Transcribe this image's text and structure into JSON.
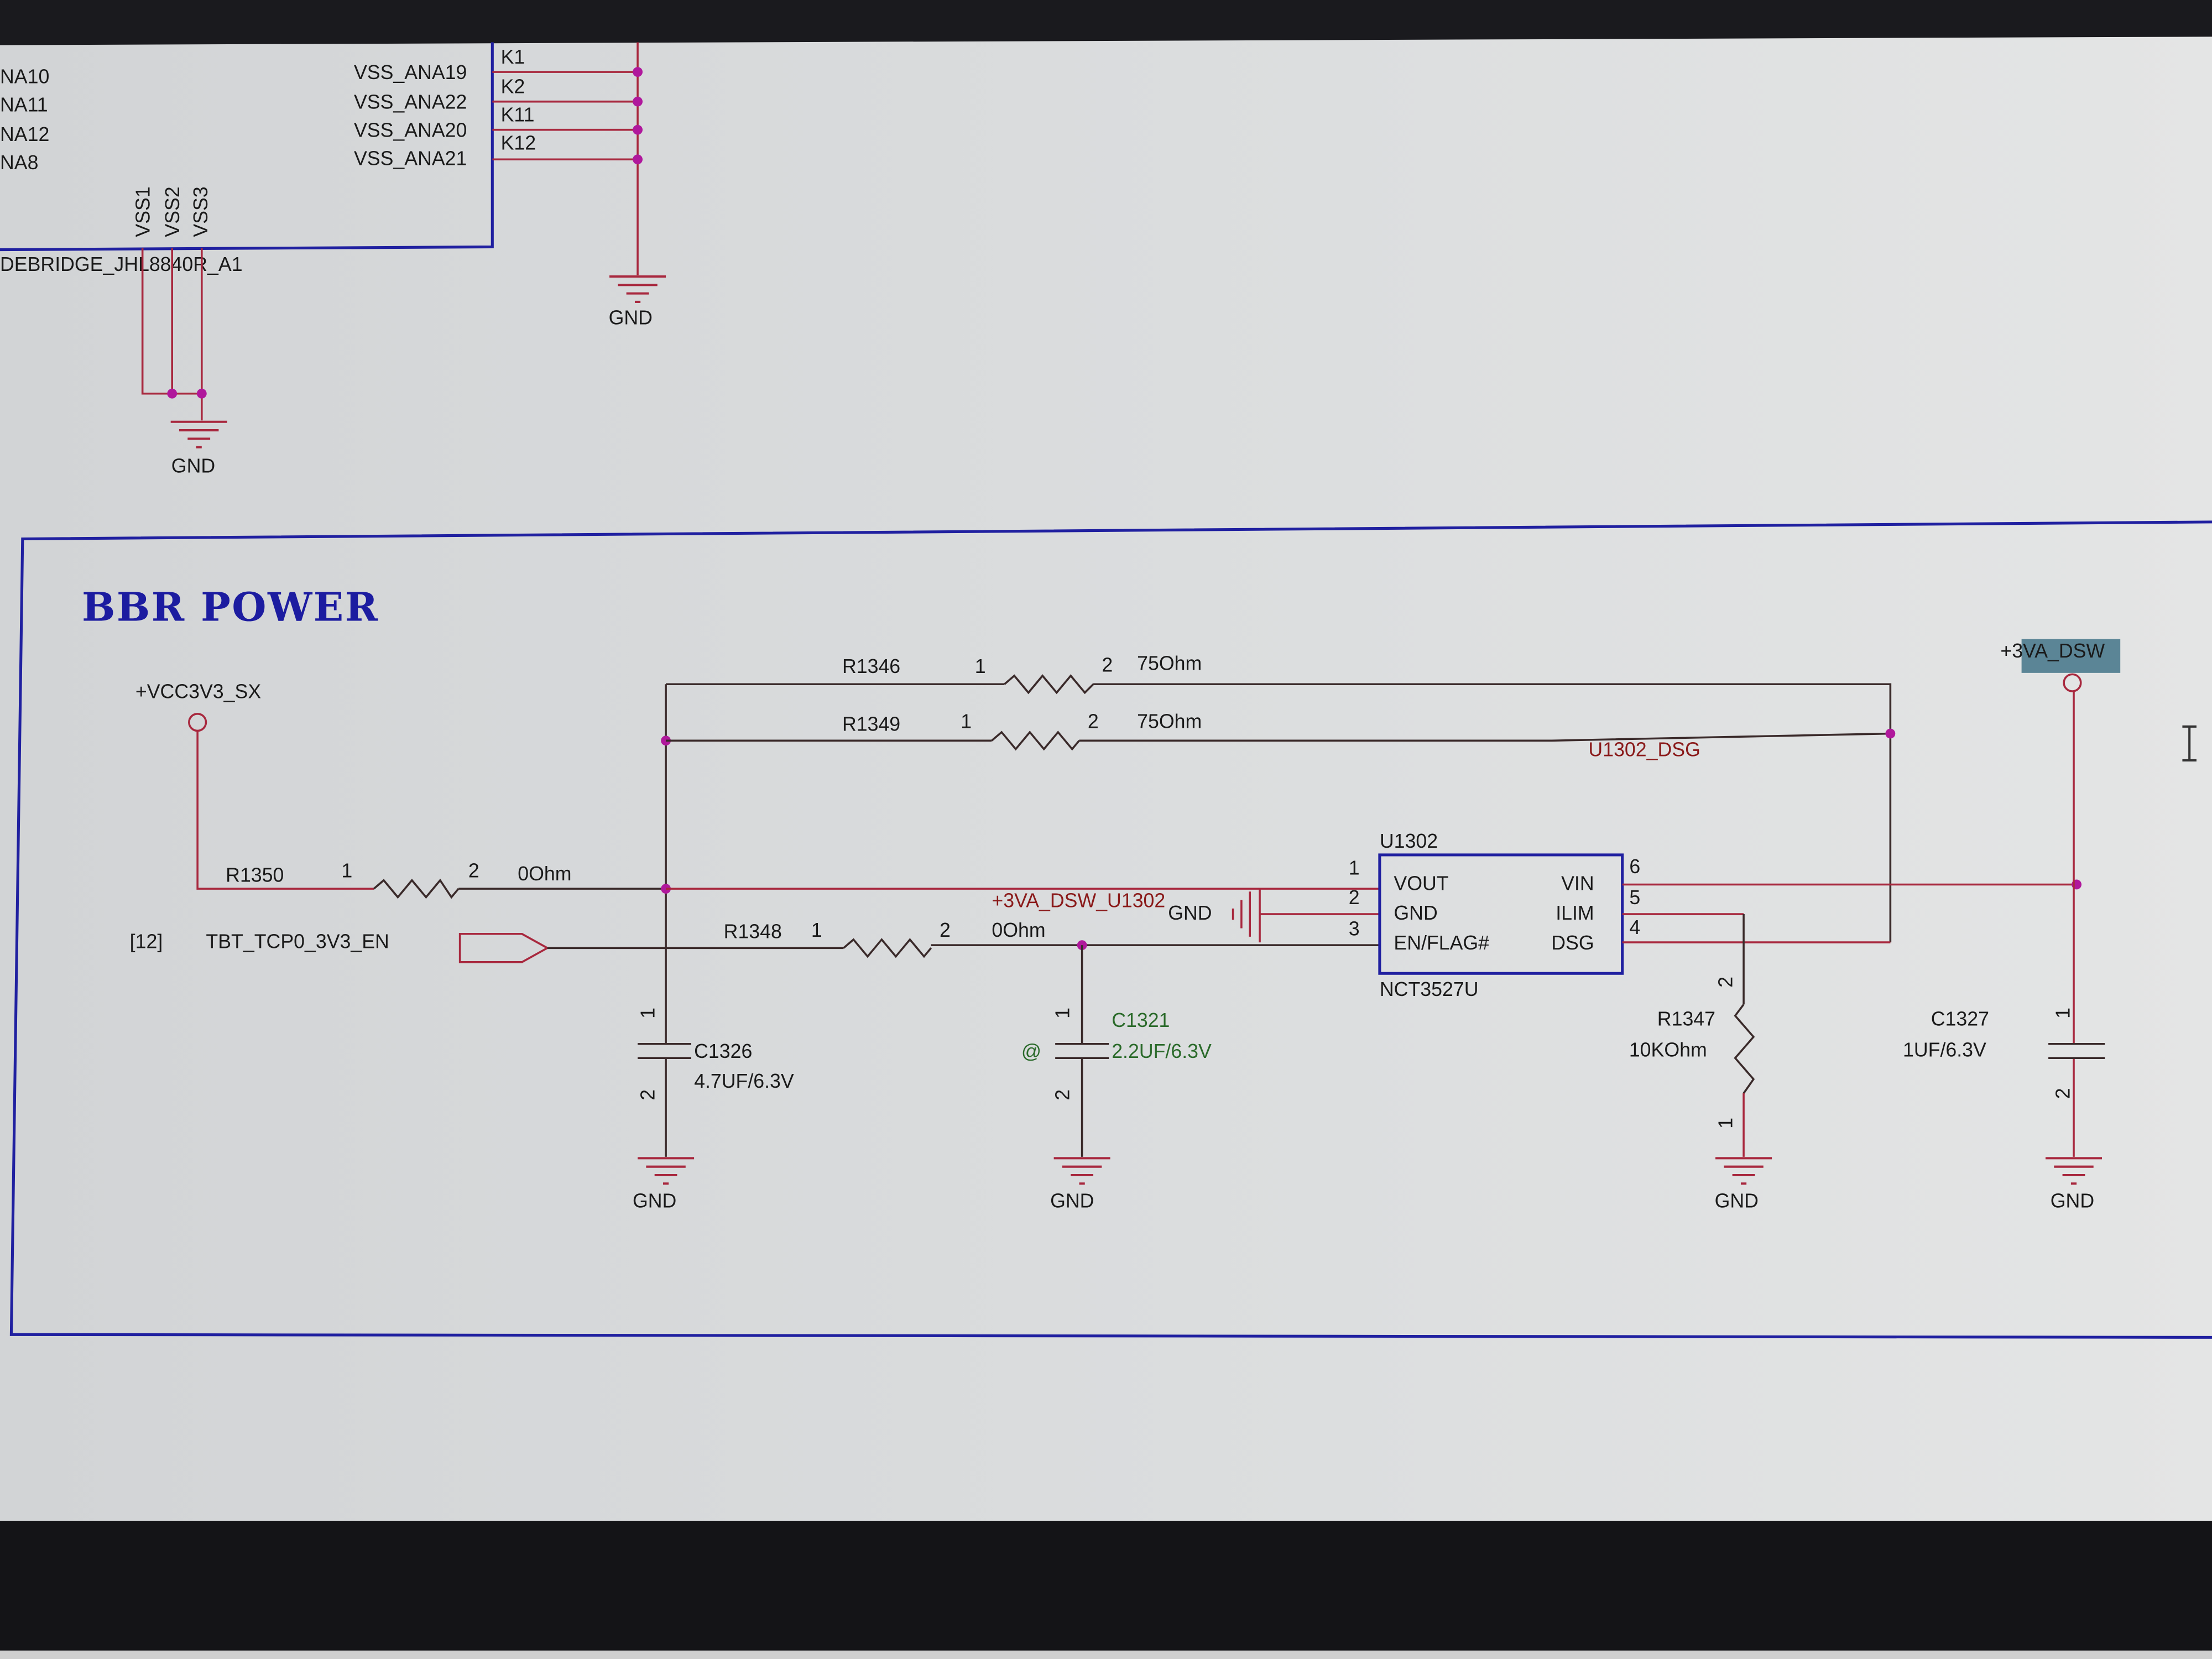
{
  "top_component": {
    "left_pins": [
      "NA10",
      "NA11",
      "NA12",
      "NA8"
    ],
    "right_pins": [
      {
        "name": "VSS_ANA19",
        "number": "K1"
      },
      {
        "name": "VSS_ANA22",
        "number": "K2"
      },
      {
        "name": "VSS_ANA20",
        "number": "K11"
      },
      {
        "name": "VSS_ANA21",
        "number": "K12"
      }
    ],
    "bottom_pins": [
      "VSS1",
      "VSS2",
      "VSS3"
    ],
    "part_name": "DEBRIDGE_JHL8840R_A1",
    "gnd_label": "GND"
  },
  "section": {
    "title": "BBR POWER",
    "nets": {
      "vcc": "+VCC3V3_SX",
      "vout_net": "+3VA_DSW_U1302",
      "dsg_net": "U1302_DSG",
      "vin_rail": "+3VA_DSW",
      "enable_ref": "[12]",
      "enable_net": "TBT_TCP0_3V3_EN",
      "gnd": "GND"
    },
    "resistors": {
      "r1346": {
        "ref": "R1346",
        "value": "75Ohm",
        "p1": "1",
        "p2": "2"
      },
      "r1349": {
        "ref": "R1349",
        "value": "75Ohm",
        "p1": "1",
        "p2": "2"
      },
      "r1350": {
        "ref": "R1350",
        "value": "0Ohm",
        "p1": "1",
        "p2": "2"
      },
      "r1348": {
        "ref": "R1348",
        "value": "0Ohm",
        "p1": "1",
        "p2": "2"
      },
      "r1347": {
        "ref": "R1347",
        "value": "10KOhm",
        "p1": "1",
        "p2": "2"
      }
    },
    "capacitors": {
      "c1326": {
        "ref": "C1326",
        "value": "4.7UF/6.3V",
        "p1": "1",
        "p2": "2"
      },
      "c1321": {
        "ref": "C1321",
        "value": "2.2UF/6.3V",
        "p1": "1",
        "p2": "2",
        "marker": "@"
      },
      "c1327": {
        "ref": "C1327",
        "value": "1UF/6.3V",
        "p1": "1",
        "p2": "2"
      }
    },
    "ic": {
      "ref": "U1302",
      "part": "NCT3527U",
      "left_pins": [
        {
          "num": "1",
          "name": "VOUT"
        },
        {
          "num": "2",
          "name": "GND"
        },
        {
          "num": "3",
          "name": "EN/FLAG#"
        }
      ],
      "right_pins": [
        {
          "num": "6",
          "name": "VIN"
        },
        {
          "num": "5",
          "name": "ILIM"
        },
        {
          "num": "4",
          "name": "DSG"
        }
      ]
    }
  },
  "colors": {
    "wire": "#a8283e",
    "junction": "#b0189c",
    "frame": "#2020a0",
    "title": "#1c1ca0"
  }
}
